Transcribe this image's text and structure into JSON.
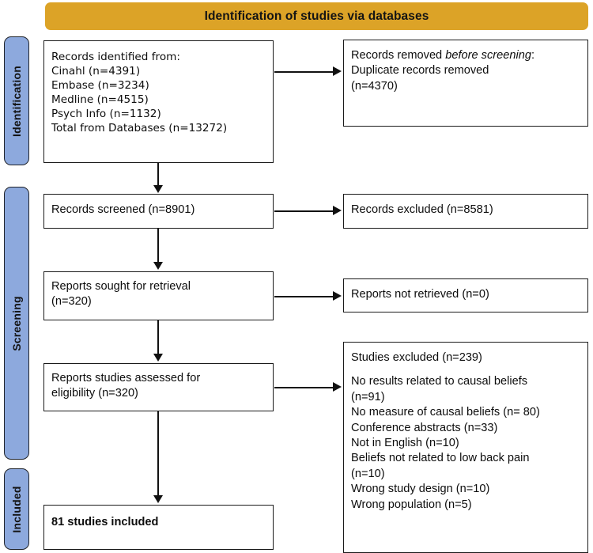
{
  "diagram": {
    "type": "prisma-flow-diagram",
    "title": "Identification of studies via databases",
    "colors": {
      "banner": "#dca327",
      "stage_pill": "#8da9dd",
      "box_border": "#1a1a1a",
      "connector": "#111111",
      "text": "#0d0d0d"
    }
  },
  "stages": [
    {
      "id": "identification",
      "label": "Identification"
    },
    {
      "id": "screening",
      "label": "Screening"
    },
    {
      "id": "included",
      "label": "Included"
    }
  ],
  "boxes": {
    "records_identified": {
      "name": "records-identified",
      "lines": [
        "Records identified from:",
        "Cinahl (n=4391)",
        "Embase (n=3234)",
        "Medline (n=4515)",
        "Psych Info (n=1132)",
        "Total from Databases (n=13272)"
      ]
    },
    "records_removed": {
      "name": "records-removed-before-screening",
      "line1_plain": "Records removed ",
      "line1_italic": "before screening",
      "line1_tail": ":",
      "line2": "Duplicate records removed",
      "line3": "(n=4370)"
    },
    "records_screened": {
      "name": "records-screened",
      "lines": [
        "Records screened (n=8901)"
      ]
    },
    "records_excluded": {
      "name": "records-excluded",
      "lines": [
        "Records excluded (n=8581)"
      ]
    },
    "reports_sought": {
      "name": "reports-sought-for-retrieval",
      "lines": [
        "Reports sought for retrieval",
        "(n=320)"
      ]
    },
    "reports_not_retrieved": {
      "name": "reports-not-retrieved",
      "lines": [
        "Reports not retrieved (n=0)"
      ]
    },
    "reports_assessed": {
      "name": "reports-studies-assessed-for-eligibility",
      "lines": [
        "Reports studies assessed for",
        "eligibility (n=320)"
      ]
    },
    "studies_excluded": {
      "name": "studies-excluded",
      "heading": "Studies excluded (n=239)",
      "reasons": [
        "No results related to causal beliefs",
        "(n=91)",
        "No measure of causal beliefs (n= 80)",
        "Conference abstracts (n=33)",
        "Not in English (n=10)",
        "Beliefs not related to low back pain",
        "(n=10)",
        "Wrong study design (n=10)",
        "Wrong population (n=5)"
      ]
    },
    "studies_included": {
      "name": "studies-included",
      "lines": [
        "81 studies included"
      ]
    }
  },
  "chart_data": {
    "type": "diagram",
    "title": "Identification of studies via databases",
    "counts": {
      "cinahl": 4391,
      "embase": 3234,
      "medline": 4515,
      "psych_info": 1132,
      "total_from_databases": 13272,
      "duplicates_removed": 4370,
      "records_screened": 8901,
      "records_excluded": 8581,
      "reports_sought": 320,
      "reports_not_retrieved": 0,
      "reports_assessed": 320,
      "studies_excluded_total": 239,
      "excluded_no_results_causal_beliefs": 91,
      "excluded_no_measure_causal_beliefs": 80,
      "excluded_conference_abstracts": 33,
      "excluded_not_in_english": 10,
      "excluded_beliefs_not_lbp": 10,
      "excluded_wrong_study_design": 10,
      "excluded_wrong_population": 5,
      "studies_included": 81
    }
  }
}
